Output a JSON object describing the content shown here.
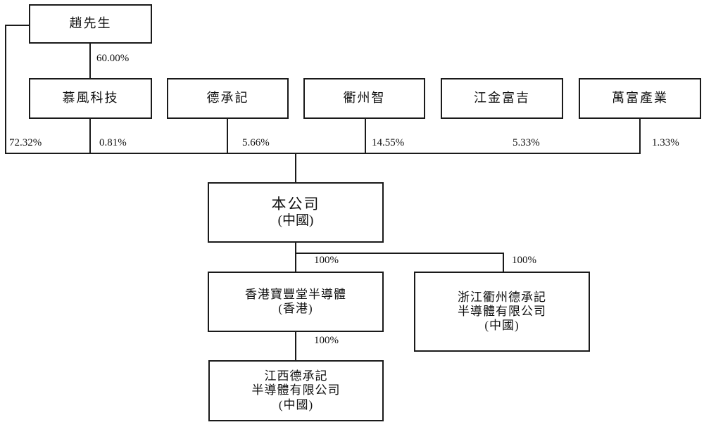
{
  "diagram": {
    "type": "org-shareholding-structure",
    "nodes": {
      "zhao": {
        "name": "趙先生"
      },
      "mufeng": {
        "name": "慕風科技"
      },
      "dechengji": {
        "name": "德承記"
      },
      "quzhouzhi": {
        "name": "衢州智"
      },
      "jiangjinfuji": {
        "name": "江金富吉"
      },
      "wanfu": {
        "name": "萬富產業"
      },
      "company": {
        "name": "本公司",
        "region": "(中國)"
      },
      "hongkong": {
        "name": "香港寶豐堂半導體",
        "region": "(香港)"
      },
      "zhejiang": {
        "name": "浙江衢州德承記",
        "name2": "半導體有限公司",
        "region": "(中國)"
      },
      "jiangxi": {
        "name": "江西德承記",
        "name2": "半導體有限公司",
        "region": "(中國)"
      }
    },
    "ownership": {
      "zhao_to_mufeng": "60.00%",
      "zhao_to_company": "72.32%",
      "mufeng_to_company": "0.81%",
      "dechengji_to_company": "5.66%",
      "quzhouzhi_to_company": "14.55%",
      "jiangjinfuji_to_company": "5.33%",
      "wanfu_to_company": "1.33%",
      "company_to_hongkong": "100%",
      "company_to_zhejiang": "100%",
      "hongkong_to_jiangxi": "100%"
    },
    "colors": {
      "line": "#1a1a1a",
      "background": "#ffffff"
    }
  }
}
